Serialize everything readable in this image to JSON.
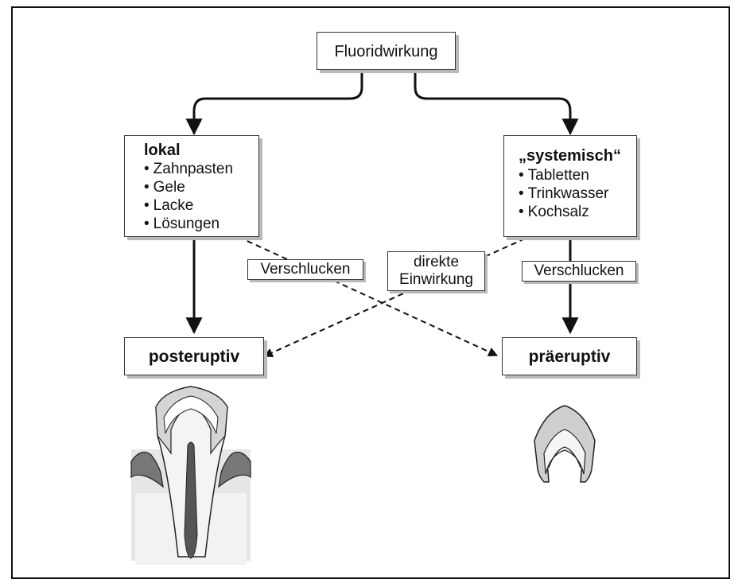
{
  "root": "Fluoridwirkung",
  "local": {
    "title": "lokal",
    "items": [
      "Zahnpasten",
      "Gele",
      "Lacke",
      "Lösungen"
    ]
  },
  "systemic": {
    "title": "„systemisch“",
    "items": [
      "Tabletten",
      "Trinkwasser",
      "Kochsalz"
    ]
  },
  "edge_labels": {
    "swallow_left": "Verschlucken",
    "direct_line1": "direkte",
    "direct_line2": "Einwirkung",
    "swallow_right": "Verschlucken"
  },
  "outcomes": {
    "post": "posteruptiv",
    "pre": "präeruptiv"
  },
  "icons": [
    "tooth-with-gum-icon",
    "tooth-crown-icon"
  ]
}
